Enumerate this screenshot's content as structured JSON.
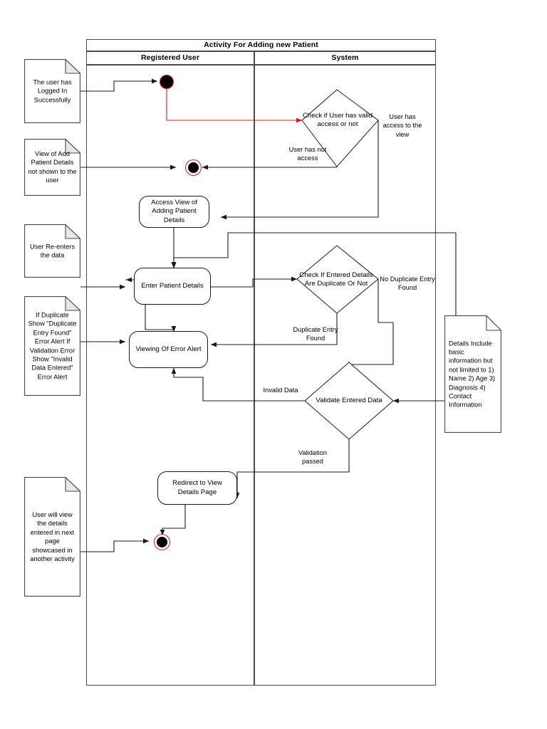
{
  "diagram": {
    "title": "Activity For Adding new Patient",
    "type": "uml-activity-swimlane",
    "lanes": [
      {
        "id": "lane-registered-user",
        "label": "Registered User"
      },
      {
        "id": "lane-system",
        "label": "System"
      }
    ]
  },
  "nodes": {
    "initial_node": "",
    "access_view": "Access View of Adding Patient Details",
    "enter_details": "Enter Patient Details",
    "viewing_error": "Viewing Of Error Alert",
    "redirect": "Redirect to View Details Page",
    "check_access": "Check if User  has valid access or not",
    "check_duplicate": "Check If Entered Details Are Duplicate Or Not",
    "validate": "Validate Entered Data"
  },
  "edge_labels": {
    "has_access": "User has access to the view",
    "no_access": "User has not access",
    "no_duplicate": "No Duplicate Entry Found",
    "duplicate_found": "Duplicate Entry Found",
    "invalid_data": "Invalid Data",
    "validation_passed": "Validation passed"
  },
  "notes": {
    "logged_in": "The user has Logged In Successfully",
    "not_shown": "View of Add Patient Details not shown to the user",
    "reenter": "User Re-enters the data",
    "alerts": "If Duplicate Show \"Duplicate Entry Found\" Error Alert If Validation Error Show \"Invalid Data Entered\" Error Alert",
    "view_next": "User will view the details entered in next page showcased in another activity",
    "details_include": "Details Include basic information but not limited to 1) Name 2) Age 3) Diagnosis 4) Contact Information"
  },
  "colors": {
    "line": "#1a1a1a",
    "frame": "#4a4a4a",
    "accent_red": "#e8160c",
    "background": "#ffffff"
  }
}
